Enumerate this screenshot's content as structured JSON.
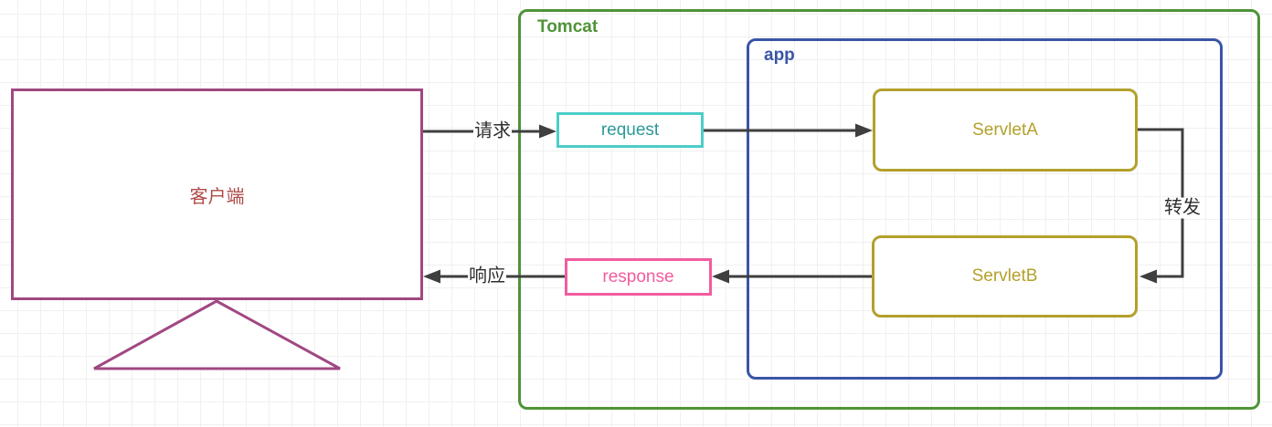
{
  "diagram": {
    "client": {
      "label": "客户端"
    },
    "tomcat": {
      "label": "Tomcat"
    },
    "app": {
      "label": "app"
    },
    "request_node": {
      "label": "request"
    },
    "response_node": {
      "label": "response"
    },
    "servlet_a": {
      "label": "ServletA"
    },
    "servlet_b": {
      "label": "ServletB"
    },
    "edges": {
      "request_label": "请求",
      "response_label": "响应",
      "forward_label": "转发"
    }
  },
  "colors": {
    "client-border": "#a04882",
    "client-text": "#b04a4a",
    "tomcat": "#4f9338",
    "app": "#3a55a6",
    "request-border": "#4dcdca",
    "request-text": "#2b9a98",
    "response": "#f25c9f",
    "servlet": "#b3a02b",
    "arrow": "#3f3f3f",
    "label": "#2f2f2f",
    "grid": "#f0f0f0"
  }
}
